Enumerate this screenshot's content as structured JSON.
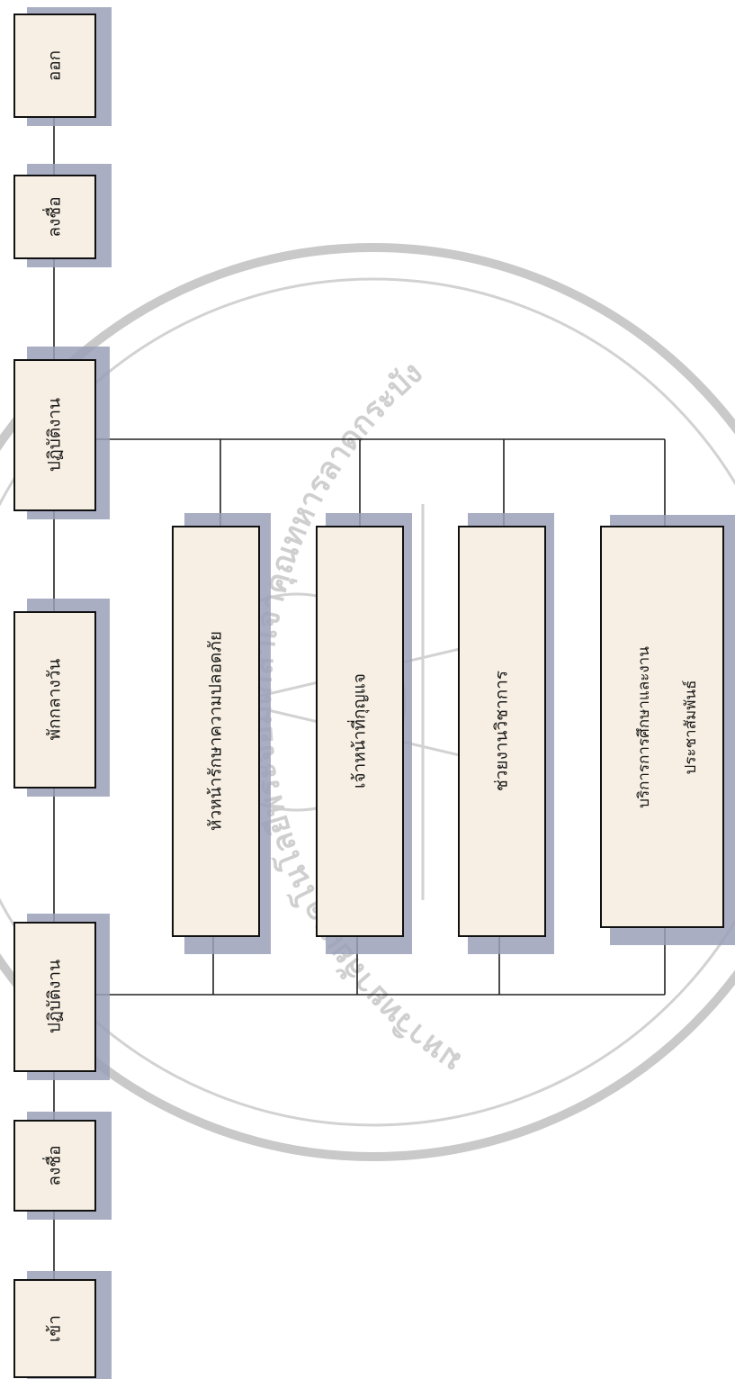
{
  "diagram": {
    "start": "เข้า",
    "sign_in": "ลงชื่อ",
    "work_morning": "ปฏิบัติงาน",
    "lunch_break": "พักกลางวัน",
    "work_afternoon": "ปฏิบัติงาน",
    "sign_out": "ลงชื่อ",
    "exit": "ออก",
    "duties": [
      {
        "lines": [
          "หัวหน้ารักษาความปลอดภัย"
        ]
      },
      {
        "lines": [
          "เจ้าหน้าที่กุญแจ"
        ]
      },
      {
        "lines": [
          "ช่วยงานวิชาการ"
        ]
      },
      {
        "lines": [
          "บริการการศึกษาและงาน",
          "ประชาสัมพันธ์"
        ]
      }
    ]
  },
  "watermark": {
    "text": "มหาวิทยาลัยเทคโนโลยีพระจอมเกล้าเจ้าคุณทหารลาดกระบัง"
  }
}
